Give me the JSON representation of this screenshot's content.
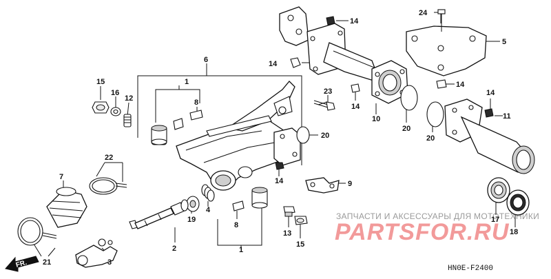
{
  "diagram_code": "HN0E-F2400",
  "direction_label": "FR.",
  "watermark": {
    "line1": "ЗАПЧАСТИ И АКСЕССУАРЫ ДЛЯ МОТОТЕХНИКИ",
    "line2": "PARTSFOR.RU"
  },
  "callouts": [
    {
      "id": "c-1-top",
      "label": "1"
    },
    {
      "id": "c-1-bottom",
      "label": "1"
    },
    {
      "id": "c-2",
      "label": "2"
    },
    {
      "id": "c-3",
      "label": "3"
    },
    {
      "id": "c-4",
      "label": "4"
    },
    {
      "id": "c-5",
      "label": "5"
    },
    {
      "id": "c-6",
      "label": "6"
    },
    {
      "id": "c-7",
      "label": "7"
    },
    {
      "id": "c-8-top",
      "label": "8"
    },
    {
      "id": "c-8-bottom",
      "label": "8"
    },
    {
      "id": "c-9",
      "label": "9"
    },
    {
      "id": "c-10",
      "label": "10"
    },
    {
      "id": "c-11",
      "label": "11"
    },
    {
      "id": "c-12",
      "label": "12"
    },
    {
      "id": "c-13",
      "label": "13"
    },
    {
      "id": "c-14-a",
      "label": "14"
    },
    {
      "id": "c-14-b",
      "label": "14"
    },
    {
      "id": "c-14-c",
      "label": "14"
    },
    {
      "id": "c-14-d",
      "label": "14"
    },
    {
      "id": "c-14-e",
      "label": "14"
    },
    {
      "id": "c-14-f",
      "label": "14"
    },
    {
      "id": "c-15-top",
      "label": "15"
    },
    {
      "id": "c-15-bottom",
      "label": "15"
    },
    {
      "id": "c-16",
      "label": "16"
    },
    {
      "id": "c-17",
      "label": "17"
    },
    {
      "id": "c-18",
      "label": "18"
    },
    {
      "id": "c-19",
      "label": "19"
    },
    {
      "id": "c-20-a",
      "label": "20"
    },
    {
      "id": "c-20-b",
      "label": "20"
    },
    {
      "id": "c-20-c",
      "label": "20"
    },
    {
      "id": "c-21",
      "label": "21"
    },
    {
      "id": "c-22",
      "label": "22"
    },
    {
      "id": "c-23",
      "label": "23"
    },
    {
      "id": "c-24",
      "label": "24"
    }
  ]
}
